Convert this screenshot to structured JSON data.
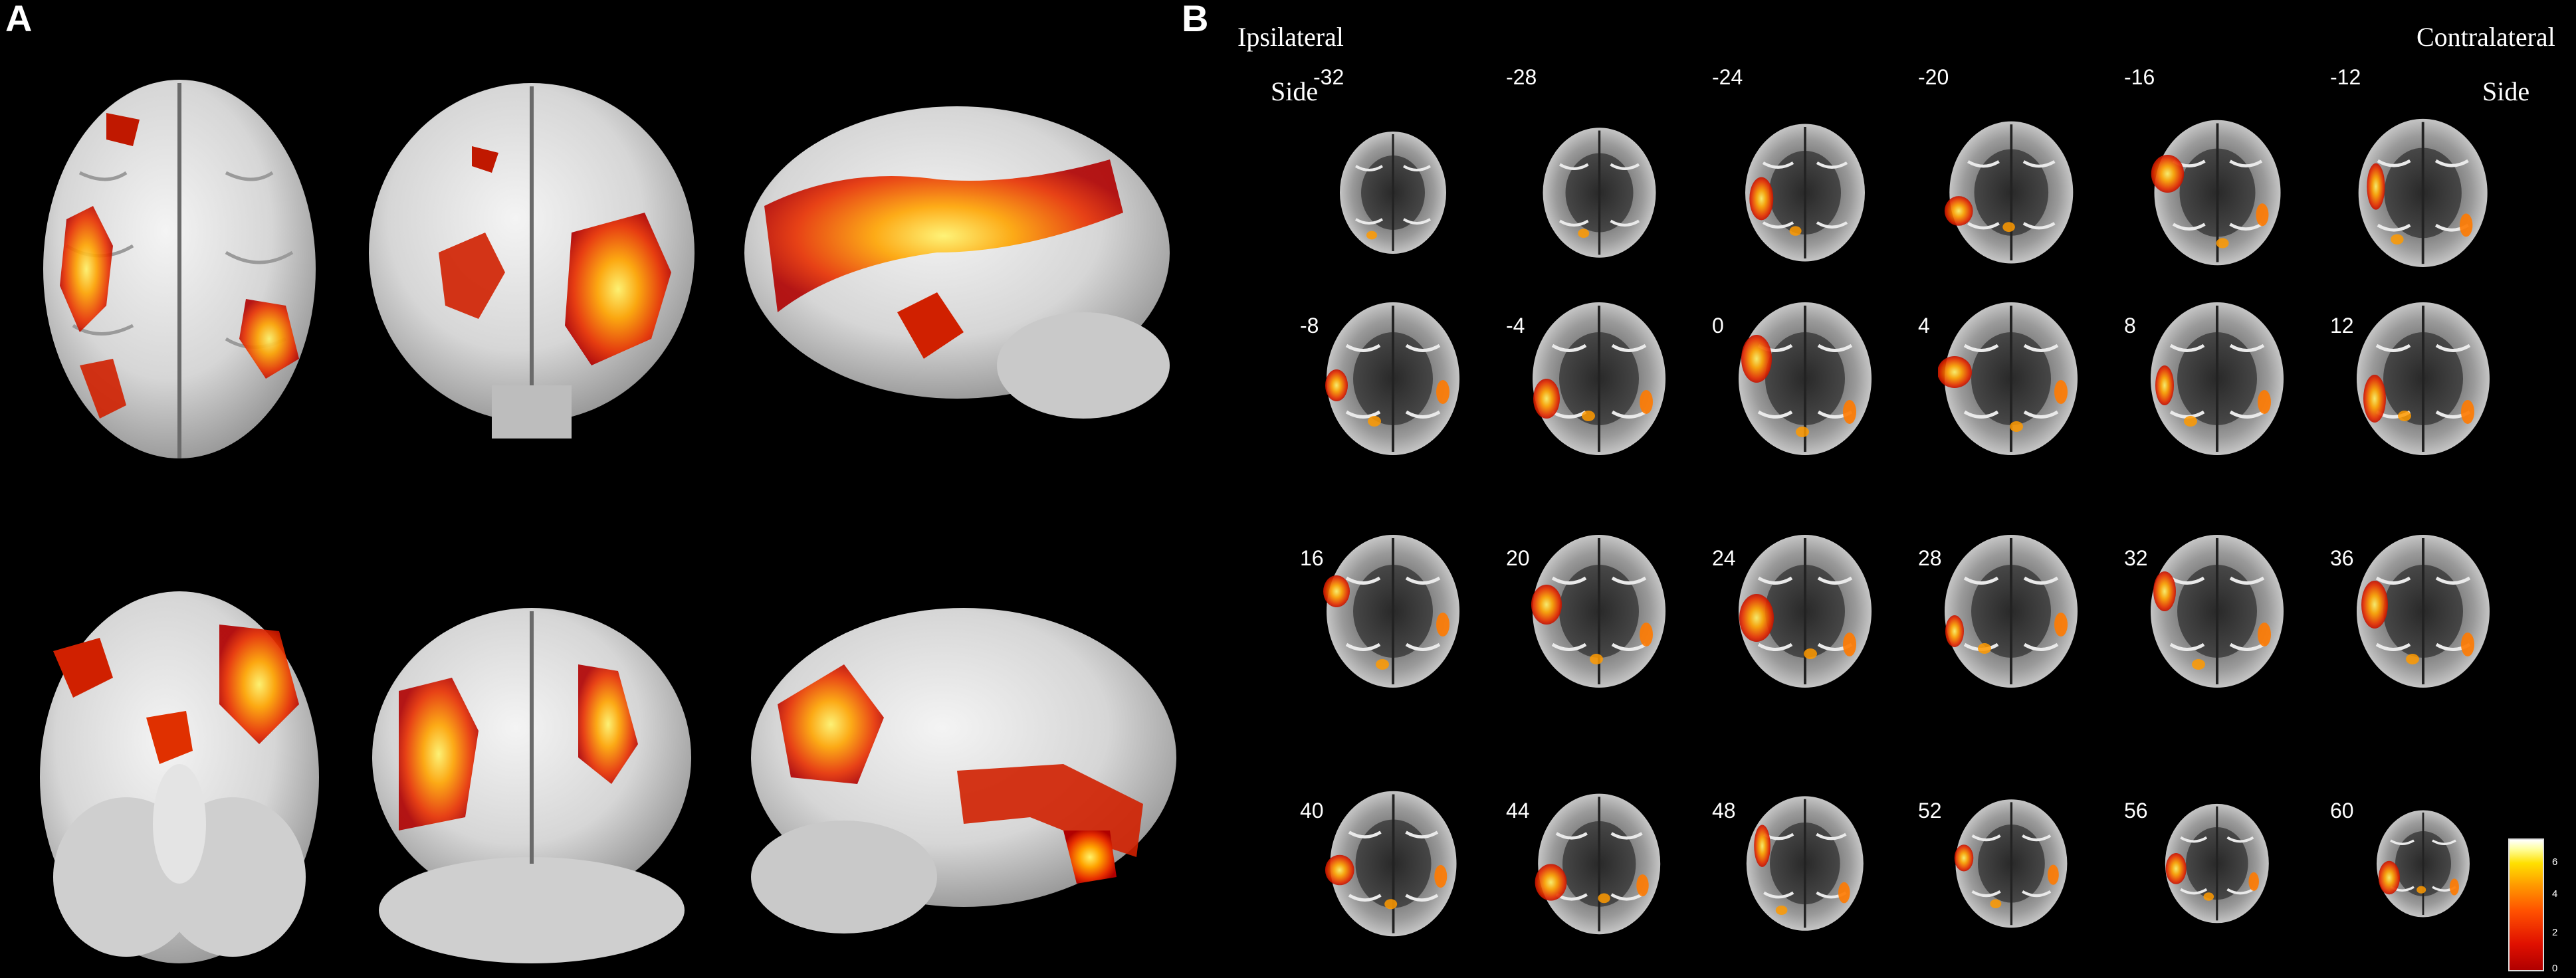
{
  "panel_a": {
    "letter": "A"
  },
  "panel_b": {
    "letter": "B",
    "ipsilateral_label_line1": "Ipsilateral",
    "ipsilateral_label_line2": "Side",
    "contralateral_label_line1": "Contralateral",
    "contralateral_label_line2": "Side",
    "slice_labels": [
      "-32",
      "-28",
      "-24",
      "-20",
      "-16",
      "-12",
      "-8",
      "-4",
      "0",
      "4",
      "8",
      "12",
      "16",
      "20",
      "24",
      "28",
      "32",
      "36",
      "40",
      "44",
      "48",
      "52",
      "56",
      "60"
    ],
    "colorbar_ticks": [
      "6",
      "4",
      "2",
      "0"
    ],
    "colorbar_colors": [
      "#b00000",
      "#ff5000",
      "#ffe000",
      "#ffffff"
    ]
  }
}
